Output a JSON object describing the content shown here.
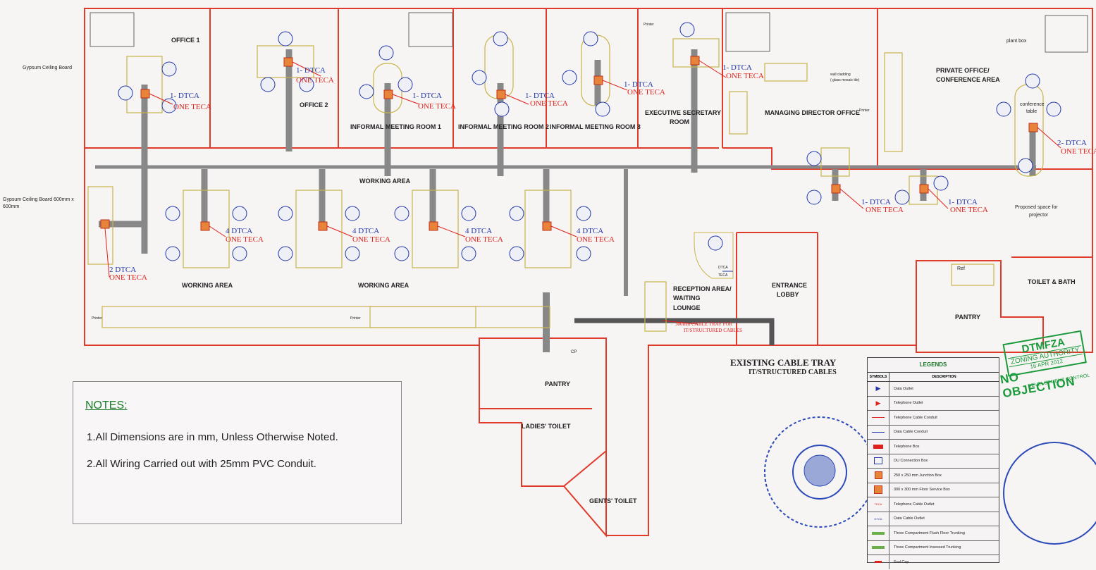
{
  "labels": {
    "gypsum_board": "Gypsum Ceiling Board",
    "gypsum_600": "Gypsum Ceiling Board 600mm x",
    "gypsum_600_b": "600mm",
    "office1": "OFFICE 1",
    "office2": "OFFICE 2",
    "meeting1": "INFORMAL MEETING ROOM 1",
    "meeting2": "INFORMAL MEETING ROOM 2",
    "meeting3": "INFORMAL MEETING ROOM 3",
    "exec_sec_1": "EXECUTIVE SECRETARY",
    "exec_sec_2": "ROOM",
    "md_office": "MANAGING DIRECTOR OFFICE",
    "private_1": "PRIVATE OFFICE/",
    "private_2": "CONFERENCE AREA",
    "plant_box": "plant box",
    "conference_1": "conference",
    "conference_2": "table",
    "wall_cladding_1": "wall cladding",
    "wall_cladding_2": "( glass mosaic tile)",
    "printer": "Printer",
    "working_area": "WORKING AREA",
    "projector_1": "Proposed space for",
    "projector_2": "projector",
    "reception_1": "RECEPTION AREA/",
    "reception_2": "WAITING",
    "reception_3": "LOUNGE",
    "entrance_1": "ENTRANCE",
    "entrance_2": "LOBBY",
    "toilet_bath": "TOILET & BATH",
    "pantry": "PANTRY",
    "ref": "Ref",
    "ladies_toilet": "LADIES' TOILET",
    "gents_toilet": "GENTS' TOILET",
    "dtca": "DTCA",
    "teca": "TECA",
    "cp": "CP",
    "tray_note_1": "300mm CABLE TRAY FOR",
    "tray_note_2": "IT/STRUCTURED CABLES",
    "existing_tray_1": "EXISTING CABLE TRAY",
    "existing_tray_2": "IT/STRUCTURED CABLES"
  },
  "outlets": {
    "one_dtca": "1- DTCA",
    "two_dtca": "2- DTCA",
    "four_dtca": "4 DTCA",
    "dtca_2": "2 DTCA",
    "one_teca": "ONE TECA"
  },
  "notes": {
    "title": "NOTES:",
    "line1": "1.All Dimensions are in mm, Unless Otherwise Noted.",
    "line2": "2.All Wiring  Carried out with 25mm PVC Conduit."
  },
  "legend": {
    "title": "LEGENDS",
    "col_symbols": "SYMBOLS",
    "col_description": "DESCRIPTION",
    "items": [
      {
        "desc": "Data Outlet",
        "sym": "data-outlet"
      },
      {
        "desc": "Telephone Outlet",
        "sym": "telephone-outlet"
      },
      {
        "desc": "Telephone Cable Conduit",
        "sym": "red-line"
      },
      {
        "desc": "Data Cable Conduit",
        "sym": "blue-line"
      },
      {
        "desc": "Telephone Box",
        "sym": "telephone-box"
      },
      {
        "desc": "DU Connection Box",
        "sym": "du-box"
      },
      {
        "desc": "250 x 250 mm Junction Box",
        "sym": "junction-box"
      },
      {
        "desc": "300 x 300 mm Floor Service Box",
        "sym": "floor-box"
      },
      {
        "desc": "Telephone Cable Outlet",
        "sym": "teca"
      },
      {
        "desc": "Data Cable Outlet",
        "sym": "dtca"
      },
      {
        "desc": "Three Compartment Flush Floor Trunking",
        "sym": "green-bar"
      },
      {
        "desc": "Three Compartment Insessed Trunking",
        "sym": "green-bar"
      },
      {
        "desc": "End Cap",
        "sym": "red-cap"
      }
    ]
  },
  "stamp": {
    "line1": "DTMFZA",
    "line2": "ZONING AUTHORITY",
    "line3": "16 APR 2012",
    "line4": "NO OBJECTION",
    "line5": "DEVELOPMENT CONTROL"
  },
  "colors": {
    "wall": "#e03a2a",
    "furniture": "#c8b44a",
    "trunking": "#777777",
    "stamp_green": "#1a9a3a",
    "stamp_blue": "#2a4ab8"
  }
}
